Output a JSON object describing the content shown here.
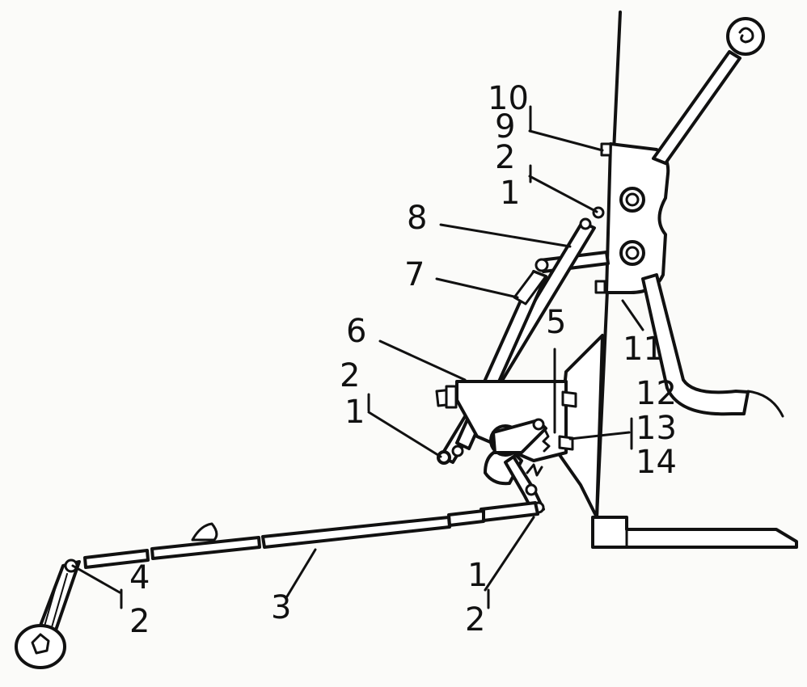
{
  "diagram": {
    "callouts": {
      "c10": "10",
      "c9": "9",
      "c2_top": "2",
      "c1_top": "1",
      "c8": "8",
      "c7": "7",
      "c6": "6",
      "c5": "5",
      "c2_left": "2",
      "c1_left": "1",
      "c11": "11",
      "c12": "12",
      "c13": "13",
      "c14": "14",
      "c4": "4",
      "c2_bottom_left": "2",
      "c3": "3",
      "c1_bottom": "1",
      "c2_bottom": "2"
    }
  }
}
